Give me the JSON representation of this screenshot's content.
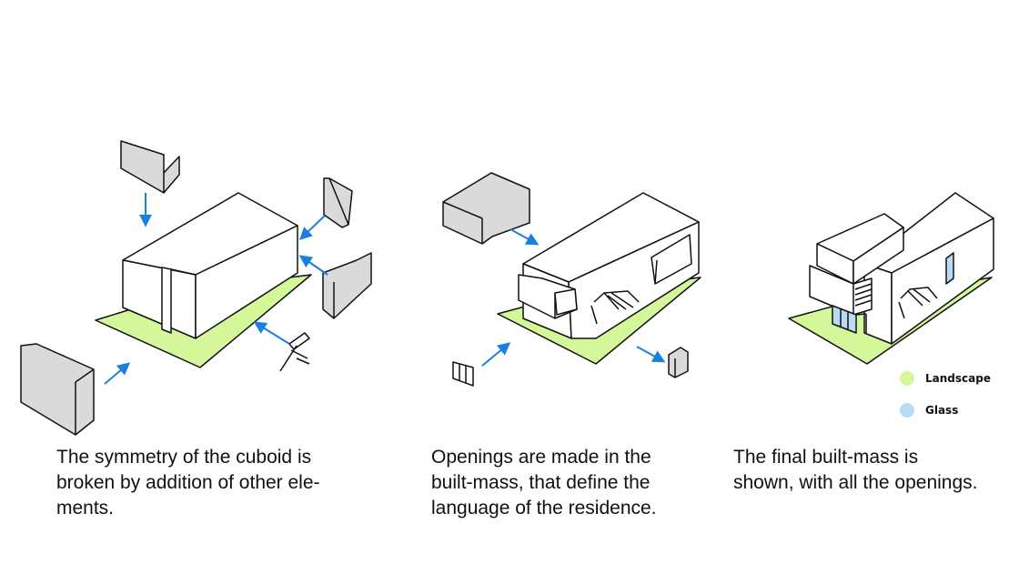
{
  "captions": {
    "step1": [
      "The symmetry of the cuboid is",
      "broken by addition of other ele-",
      "ments."
    ],
    "step2": [
      "Openings are made in the",
      "built-mass, that define the",
      "language of the residence."
    ],
    "step3": [
      "The final built-mass is",
      "shown, with all the openings."
    ]
  },
  "legend": {
    "landscape": "Landscape",
    "glass": "Glass"
  },
  "colors": {
    "landscape": "#d4f79a",
    "glass": "#b9dcf2",
    "added_mass": "#dadada",
    "arrow": "#1a7fe0",
    "outline": "#111111"
  }
}
